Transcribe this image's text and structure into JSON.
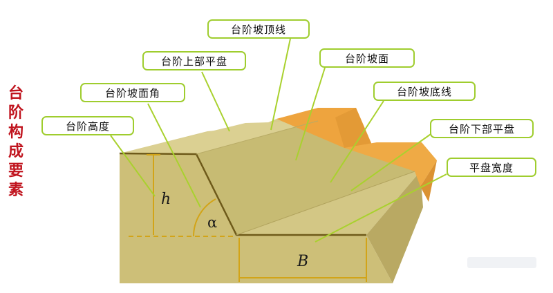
{
  "title_vertical": [
    "台",
    "阶",
    "构",
    "成",
    "要",
    "素"
  ],
  "labels": {
    "bench_top_line": "台阶坡顶线",
    "upper_platform": "台阶上部平盘",
    "slope_face": "台阶坡面",
    "slope_angle": "台阶坡面角",
    "slope_bottom_line": "台阶坡底线",
    "bench_height": "台阶高度",
    "lower_platform": "台阶下部平盘",
    "platform_width": "平盘宽度"
  },
  "symbols": {
    "height": "h",
    "angle": "α",
    "width": "B"
  },
  "colors": {
    "title": "#c0141e",
    "callout_border": "#9fcd2e",
    "leader_line": "#a9d12e",
    "dim_line": "#d2a418",
    "edge_line": "#6e5a1a",
    "terrain_top": "#d5ca8a",
    "terrain_front": "#c9bd77",
    "terrain_side": "#b7a760",
    "orange": "#eda43d"
  }
}
